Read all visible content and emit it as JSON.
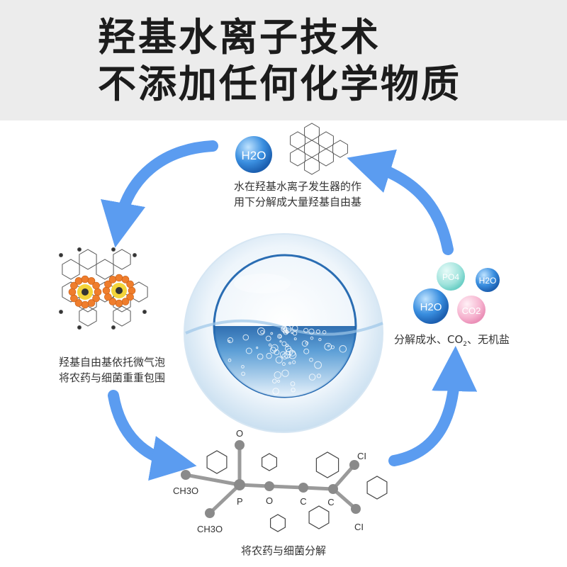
{
  "header": {
    "line1": "羟基水离子技术",
    "line2": "不添加任何化学物质"
  },
  "steps": {
    "generate": {
      "line1": "水在羟基水离子发生器的作",
      "line2": "用下分解成大量羟基自由基",
      "molecule": "H2O"
    },
    "wrap": {
      "line1": "羟基自由基依托微气泡",
      "line2": "将农药与细菌重重包围"
    },
    "decompose": {
      "caption": "将农药与细菌分解"
    },
    "result": {
      "caption_prefix": "分解成水、CO",
      "caption_sub": "2",
      "caption_suffix": "、无机盐",
      "bubbles": [
        "PO4",
        "H2O",
        "H2O",
        "CO2"
      ]
    }
  },
  "molecule_labels": {
    "o_top": "O",
    "ch3o_left": "CH3O",
    "ch3o_bottom": "CH3O",
    "p": "P",
    "o_mid": "O",
    "c1": "C",
    "c2": "C",
    "cl_top": "CI",
    "cl_bottom": "CI"
  },
  "colors": {
    "arrow": "#5b9cf0",
    "header_bg": "#ececec",
    "water_dark": "#1f6fb5",
    "poison_orange": "#ef7d2c"
  }
}
